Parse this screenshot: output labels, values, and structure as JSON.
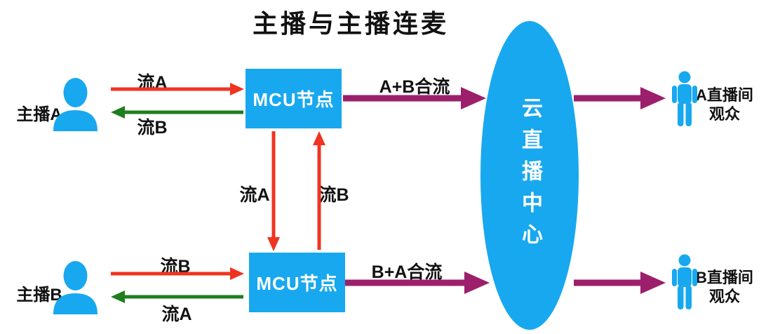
{
  "title": "主播与主播连麦",
  "colors": {
    "node_blue": "#18A8EF",
    "push_stream_red": "#EF3420",
    "return_stream_green": "#1E7E1E",
    "merged_stream_purple": "#9C1F6C",
    "text_black": "#111111"
  },
  "nodes": {
    "anchor_a": {
      "label": "主播A"
    },
    "anchor_b": {
      "label": "主播B"
    },
    "mcu_top": {
      "label": "MCU节点"
    },
    "mcu_bottom": {
      "label": "MCU节点"
    },
    "cloud": {
      "label": "云直播中心"
    },
    "audience_a": {
      "line1": "A直播间",
      "line2": "观众"
    },
    "audience_b": {
      "line1": "B直播间",
      "line2": "观众"
    }
  },
  "edges": {
    "anchorA_to_mcuTop": {
      "label": "流A",
      "color": "#EF3420"
    },
    "mcuTop_to_anchorA": {
      "label": "流B",
      "color": "#1E7E1E"
    },
    "mcuTop_to_mcuBottom": {
      "label": "流A",
      "color": "#EF3420"
    },
    "mcuBottom_to_mcuTop": {
      "label": "流B",
      "color": "#EF3420"
    },
    "mcuTop_to_cloud": {
      "label": "A+B合流",
      "color": "#9C1F6C"
    },
    "anchorB_to_mcuBottom": {
      "label": "流B",
      "color": "#EF3420"
    },
    "mcuBottom_to_anchorB": {
      "label": "流A",
      "color": "#1E7E1E"
    },
    "mcuBottom_to_cloud": {
      "label": "B+A合流",
      "color": "#9C1F6C"
    },
    "cloud_to_audienceA": {
      "color": "#9C1F6C"
    },
    "cloud_to_audienceB": {
      "color": "#9C1F6C"
    }
  }
}
